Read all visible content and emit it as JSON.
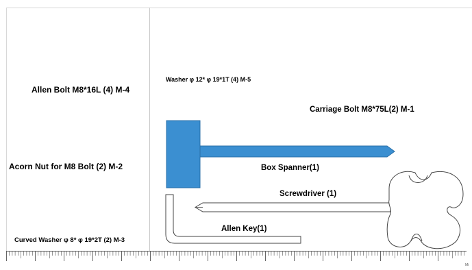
{
  "labels": {
    "allen_bolt": "Allen Bolt  M8*16L (4) M-4",
    "acorn_nut": "Acorn  Nut  for M8 Bolt (2)  M-2",
    "curved_washer": "Curved Washer φ 8* φ 19*2T  (2) M-3",
    "washer": "Washer φ 12* φ 19*1T  (4) M-5",
    "carriage_bolt": "Carriage Bolt  M8*75L(2) M-1",
    "box_spanner": "Box Spanner(1)",
    "screwdriver": "Screwdriver (1)",
    "allen_key": "Allen Key(1)"
  },
  "ruler": {
    "unit_label": "Mi"
  },
  "colors": {
    "spanner_fill": "#3b8fd1",
    "spanner_stroke": "#2a6fa8",
    "outline": "#444444"
  }
}
